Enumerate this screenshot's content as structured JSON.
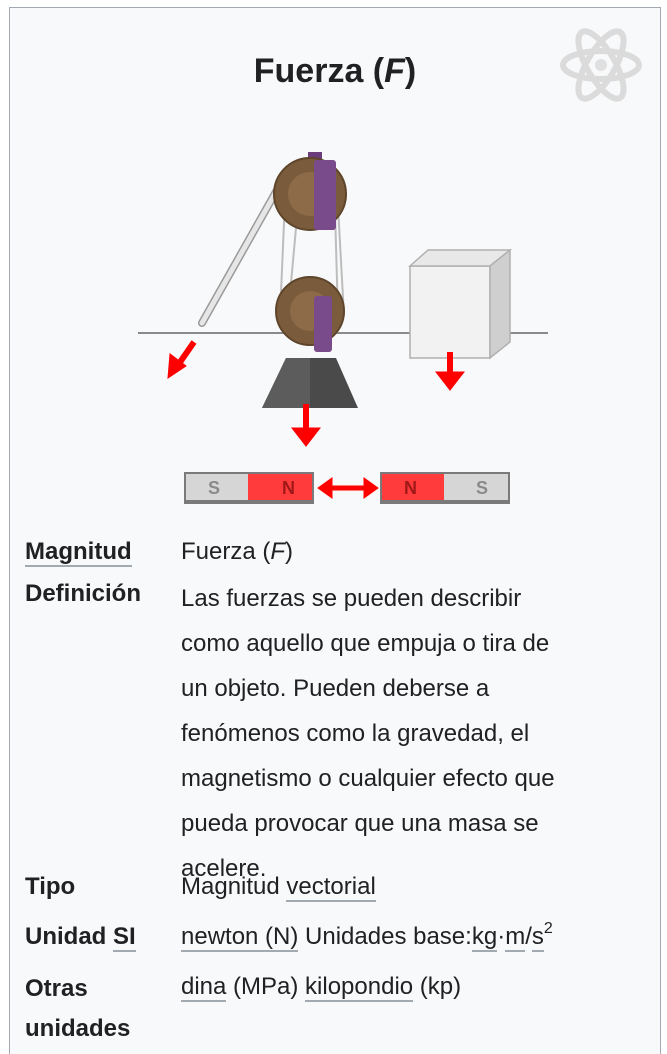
{
  "infobox": {
    "title_prefix": "Fuerza (",
    "title_symbol": "F",
    "title_suffix": ")",
    "magnets": {
      "left": [
        "S",
        "N"
      ],
      "right": [
        "N",
        "S"
      ]
    },
    "rows": {
      "magnitud": {
        "label": "Magnitud",
        "value_prefix": "Fuerza (",
        "value_symbol": "F",
        "value_suffix": ")"
      },
      "definicion": {
        "label": "Definición",
        "lines": [
          "Las fuerzas se pueden describir",
          "como aquello que empuja o tira de",
          "un objeto. Pueden deberse a",
          "fenómenos como la gravedad, el",
          "magnetismo o cualquier efecto que",
          "pueda provocar que una masa se",
          "acelere."
        ]
      },
      "tipo": {
        "label": "Tipo",
        "value_text": "Magnitud ",
        "value_link": "vectorial"
      },
      "unidad_si": {
        "label_text": "Unidad ",
        "label_link": "SI",
        "unit_link": "newton (N)",
        "base_text": " Unidades base:",
        "base_kg": "kg",
        "dot1": "·",
        "base_m": "m",
        "slash": "/",
        "base_s": "s",
        "exponent": "2"
      },
      "otras": {
        "label_line1": "Otras",
        "label_line2": "unidades",
        "link1": "dina",
        "text1": " (MPa) ",
        "link2": "kilopondio",
        "text2": " (kp)"
      }
    }
  },
  "colors": {
    "border": "#a2a9b1",
    "background": "#f8f9fa",
    "arrow": "#ff0000",
    "pulley": "#7a5c3c",
    "bracket": "#7a4b8a"
  }
}
